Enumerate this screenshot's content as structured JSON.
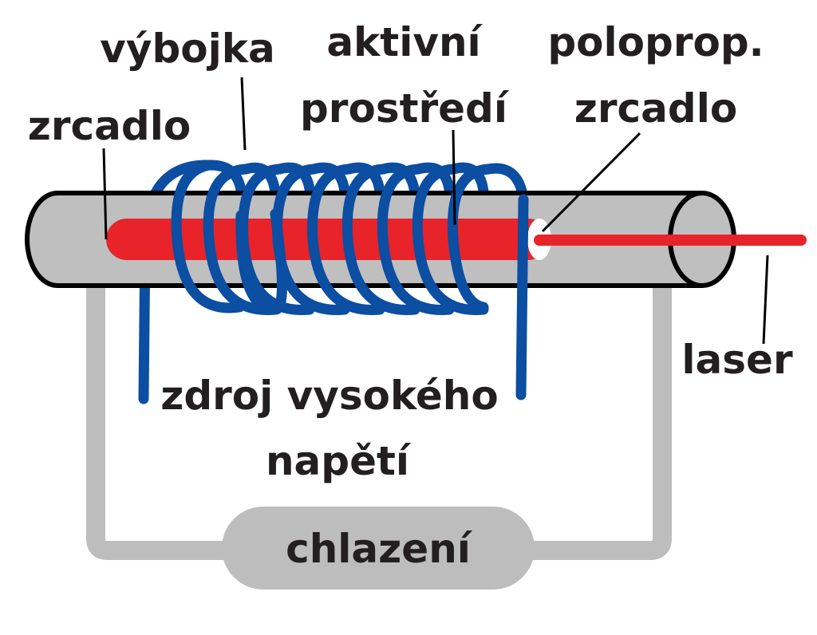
{
  "labels": {
    "mirror": "zrcadlo",
    "discharge_tube": "výbojka",
    "active_medium_line1": "aktivní",
    "active_medium_line2": "prostředí",
    "partial_mirror_line1": "poloprop.",
    "partial_mirror_line2": "zrcadlo",
    "laser": "laser",
    "hv_source_line1": "zdroj vysokého",
    "hv_source_line2": "napětí",
    "cooling": "chlazení"
  },
  "colors": {
    "tube_gray": "#bfbfbf",
    "outline": "#000000",
    "active_red": "#e8232a",
    "coil_blue": "#0052a5",
    "cooling_gray": "#c0c0c0",
    "text": "#231f20"
  }
}
